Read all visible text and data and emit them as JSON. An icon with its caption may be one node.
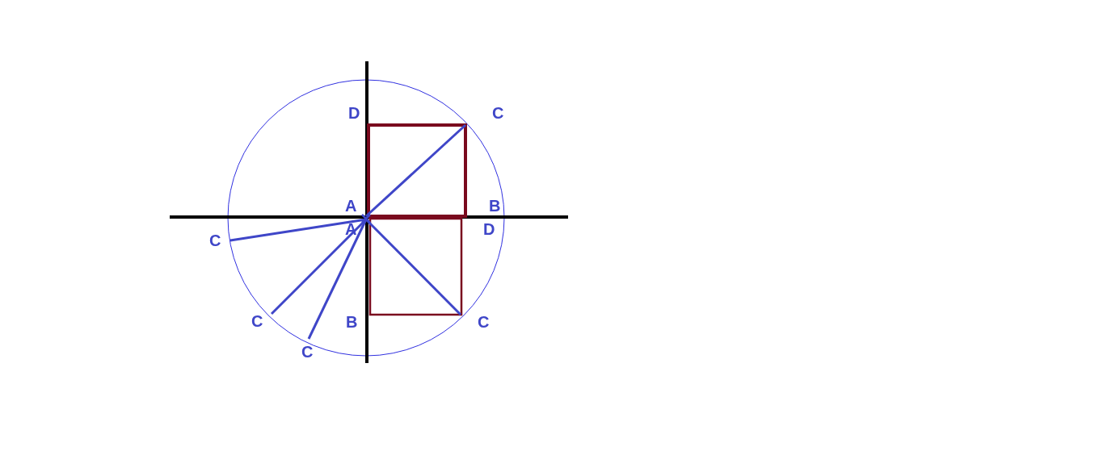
{
  "diagram": {
    "labels": [
      "D",
      "C",
      "A",
      "B",
      "A",
      "D",
      "C",
      "C",
      "B",
      "C",
      "C"
    ]
  }
}
